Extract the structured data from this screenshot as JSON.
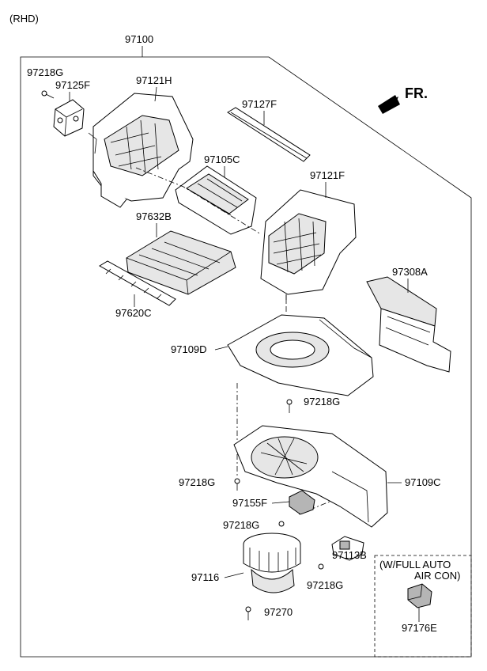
{
  "header": {
    "variant": "(RHD)",
    "assembly_number": "97100",
    "direction": "FR."
  },
  "parts": {
    "p97218g_top": "97218G",
    "p97125f": "97125F",
    "p97121h": "97121H",
    "p97127f": "97127F",
    "p97105c": "97105C",
    "p97121f": "97121F",
    "p97632b": "97632B",
    "p97620c": "97620C",
    "p97308a": "97308A",
    "p97109d": "97109D",
    "p97218g_mid": "97218G",
    "p97218g_left": "97218G",
    "p97109c": "97109C",
    "p97155f": "97155F",
    "p97218g_low": "97218G",
    "p97113b": "97113B",
    "p97116": "97116",
    "p97218g_bottom": "97218G",
    "p97270": "97270",
    "p97176e": "97176E"
  },
  "option_box": {
    "line1": "(W/FULL AUTO",
    "line2": "AIR CON)"
  }
}
